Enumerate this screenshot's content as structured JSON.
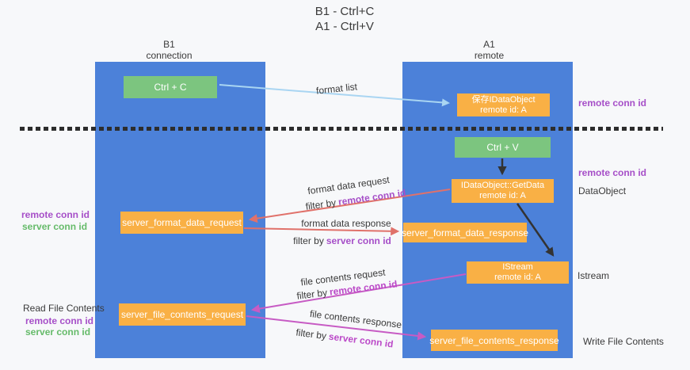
{
  "title": {
    "line1": "B1 - Ctrl+C",
    "line2": "A1 - Ctrl+V"
  },
  "columns": {
    "left": {
      "name": "B1",
      "role": "connection"
    },
    "right": {
      "name": "A1",
      "role": "remote"
    }
  },
  "boxes": {
    "ctrl_c": {
      "label": "Ctrl + C"
    },
    "save_idataobject": {
      "line1": "保存IDataObject",
      "line2": "remote id: A"
    },
    "ctrl_v": {
      "label": "Ctrl + V"
    },
    "getdata": {
      "line1": "IDataObject::GetData",
      "line2": "remote id: A"
    },
    "format_request": {
      "label": "server_format_data_request"
    },
    "format_response": {
      "label": "server_format_data_response"
    },
    "istream": {
      "line1": "IStream",
      "line2": "remote id: A"
    },
    "file_request": {
      "label": "server_file_contents_request"
    },
    "file_response": {
      "label": "server_file_contents_response"
    }
  },
  "side_labels": {
    "remote_conn_id_right_top": "remote conn id",
    "remote_conn_id_right_mid": "remote conn id",
    "dataobject": "DataObject",
    "istream": "Istream",
    "write_file_contents": "Write File Contents",
    "remote_conn_id_left_top": "remote conn id",
    "server_conn_id_left_top": "server conn id",
    "read_file_contents": "Read File Contents",
    "remote_conn_id_left_bottom": "remote conn id",
    "server_conn_id_left_bottom": "server conn id"
  },
  "arrow_labels": {
    "format_list": "format list",
    "format_data_request": "format data request",
    "format_data_response": "format data response",
    "file_contents_request": "file contents request",
    "file_contents_response": "file contents response",
    "filter_by": "filter by",
    "remote_conn_id": "remote conn id",
    "server_conn_id": "server conn id"
  },
  "colors": {
    "column_blue": "#4c81d9",
    "box_green": "#7cc57f",
    "box_orange": "#f9b045",
    "arrow_blue": "#a9d5f2",
    "arrow_black": "#333333",
    "arrow_salmon": "#e0716a",
    "arrow_magenta": "#c75bc4",
    "label_purple": "#a64fc8",
    "label_green": "#66bb6a",
    "text_dark": "#3a3a3a",
    "background": "#f7f8fa"
  }
}
